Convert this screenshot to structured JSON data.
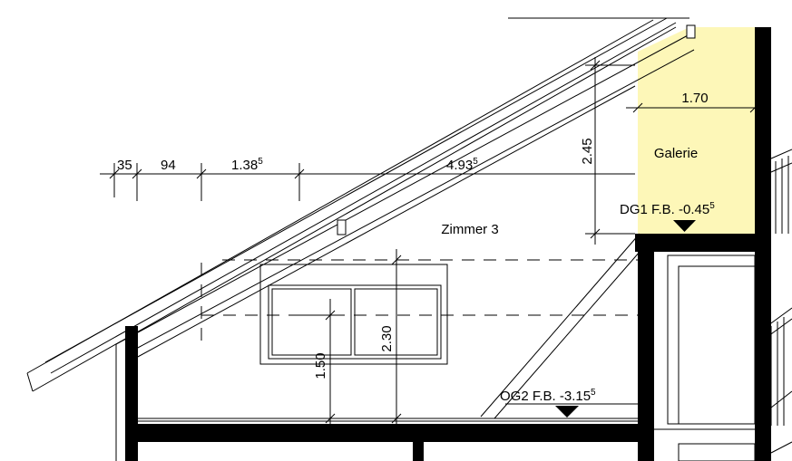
{
  "colors": {
    "galerie_fill": "#fdf7b8",
    "line": "#000000",
    "background": "#ffffff"
  },
  "rooms": {
    "galerie": "Galerie",
    "zimmer": "Zimmer 3"
  },
  "levels": {
    "dg1": {
      "text": "DG1 F.B. -0.45",
      "sup": "5"
    },
    "og2": {
      "text": "OG2 F.B. -3.15",
      "sup": "5"
    }
  },
  "dimensions": {
    "d35": {
      "text": "35",
      "sup": ""
    },
    "d94": {
      "text": "94",
      "sup": ""
    },
    "d138": {
      "text": "1.38",
      "sup": "5"
    },
    "d493": {
      "text": "4.93",
      "sup": "5"
    },
    "d170": {
      "text": "1.70",
      "sup": ""
    },
    "d245": {
      "text": "2.45",
      "sup": ""
    },
    "d230": {
      "text": "2.30",
      "sup": ""
    },
    "d150": {
      "text": "1.50",
      "sup": ""
    }
  }
}
